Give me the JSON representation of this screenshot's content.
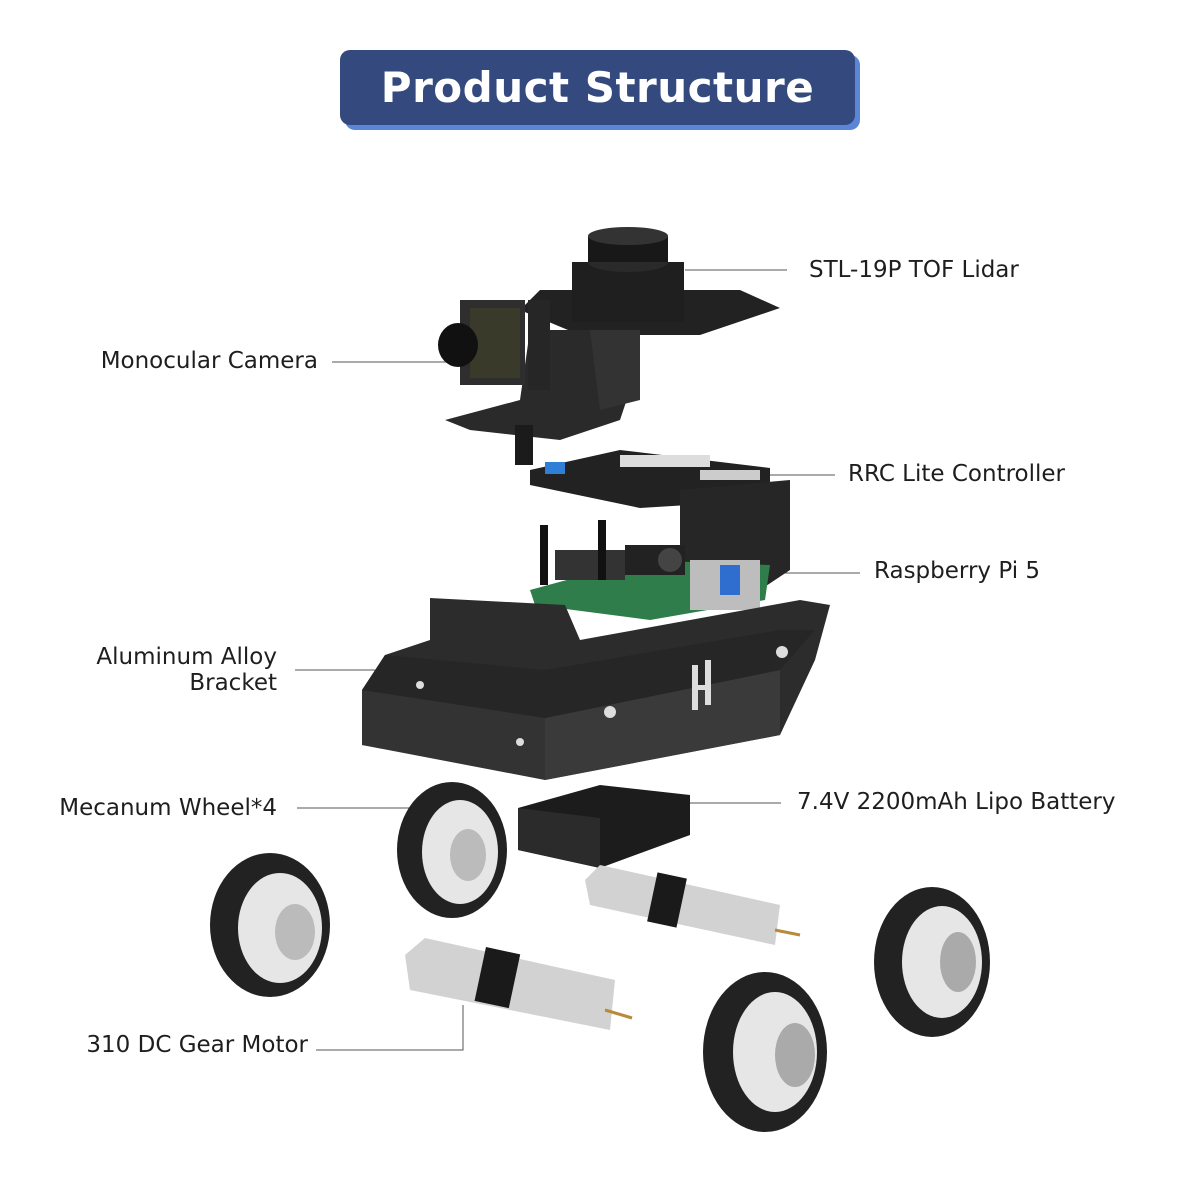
{
  "title": "Product Structure",
  "labels": {
    "lidar": "STL-19P TOF Lidar",
    "camera": "Monocular Camera",
    "controller": "RRC Lite Controller",
    "raspberry_pi": "Raspberry Pi 5",
    "bracket_line1": "Aluminum Alloy",
    "bracket_line2": "Bracket",
    "wheel": "Mecanum Wheel*4",
    "battery": "7.4V 2200mAh Lipo Battery",
    "motor": "310 DC Gear Motor"
  },
  "colors": {
    "title_bg": "#344a7e",
    "title_shadow": "#5b86d8",
    "metal": "#2b2b2b",
    "pcb": "#2e7d4a",
    "roller": "#e6e6e6"
  }
}
